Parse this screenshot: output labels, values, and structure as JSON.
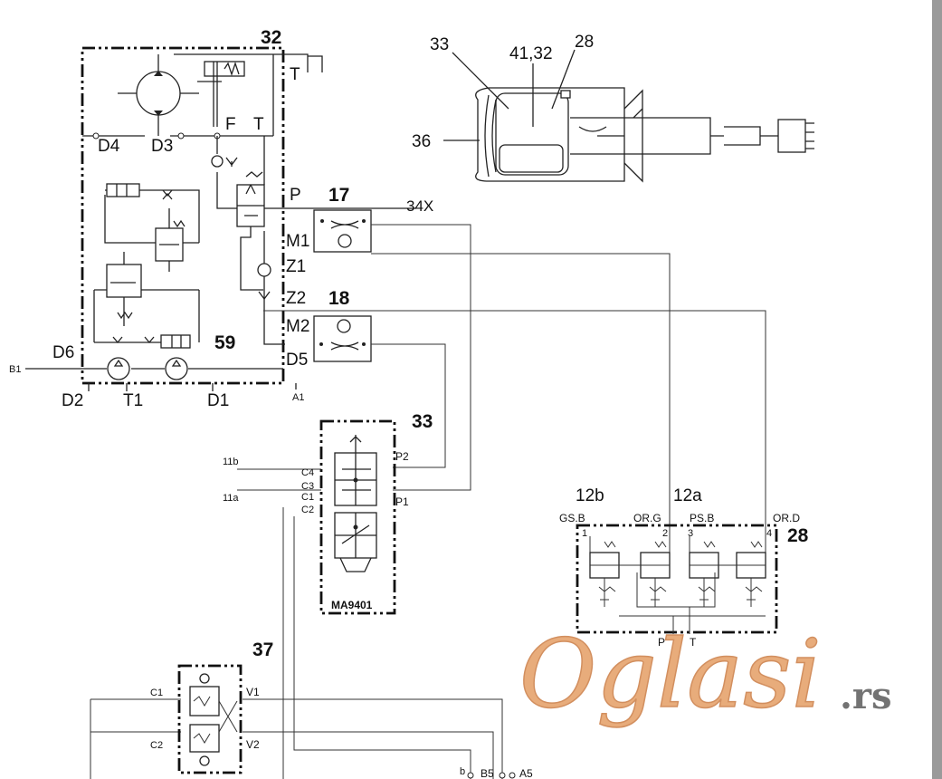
{
  "diagram": {
    "block32": {
      "number": "32",
      "port_T": "T",
      "port_F": "F",
      "port_T2": "T",
      "port_P": "P",
      "d4": "D4",
      "d3": "D3",
      "d6": "D6",
      "b1": "B1",
      "d2": "D2",
      "t1": "T1",
      "d1": "D1",
      "d5": "D5",
      "a1": "A1",
      "m1": "M1",
      "z1": "Z1",
      "z2": "Z2",
      "m2": "M2",
      "number59": "59"
    },
    "x34": "34X",
    "block17": {
      "number": "17"
    },
    "block18": {
      "number": "18"
    },
    "motor": {
      "label33": "33",
      "label41": "41,32",
      "label28": "28",
      "label36": "36"
    },
    "block33": {
      "number": "33",
      "name": "MA9401",
      "p2": "P2",
      "p1": "P1",
      "c4": "C4",
      "c3": "C3",
      "c1": "C1",
      "c2": "C2",
      "in11b": "11b",
      "in11a": "11a"
    },
    "block28": {
      "number": "28",
      "top12b": "12b",
      "top12a": "12a",
      "gsb": "GS.B",
      "org": "OR.G",
      "psb": "PS.B",
      "ord": "OR.D",
      "p1": "1",
      "p2": "2",
      "p3": "3",
      "p4": "4",
      "P": "P",
      "T": "T"
    },
    "block37": {
      "number": "37",
      "c1": "C1",
      "c2": "C2",
      "v1": "V1",
      "v2": "V2"
    },
    "bottom": {
      "b": "b",
      "b5": "B5",
      "a5": "A5"
    }
  },
  "watermark": {
    "text": "Oglasi",
    "suffix": ".rs",
    "color": "#e39a5f"
  },
  "side_bar_color": "#9a9a9a"
}
